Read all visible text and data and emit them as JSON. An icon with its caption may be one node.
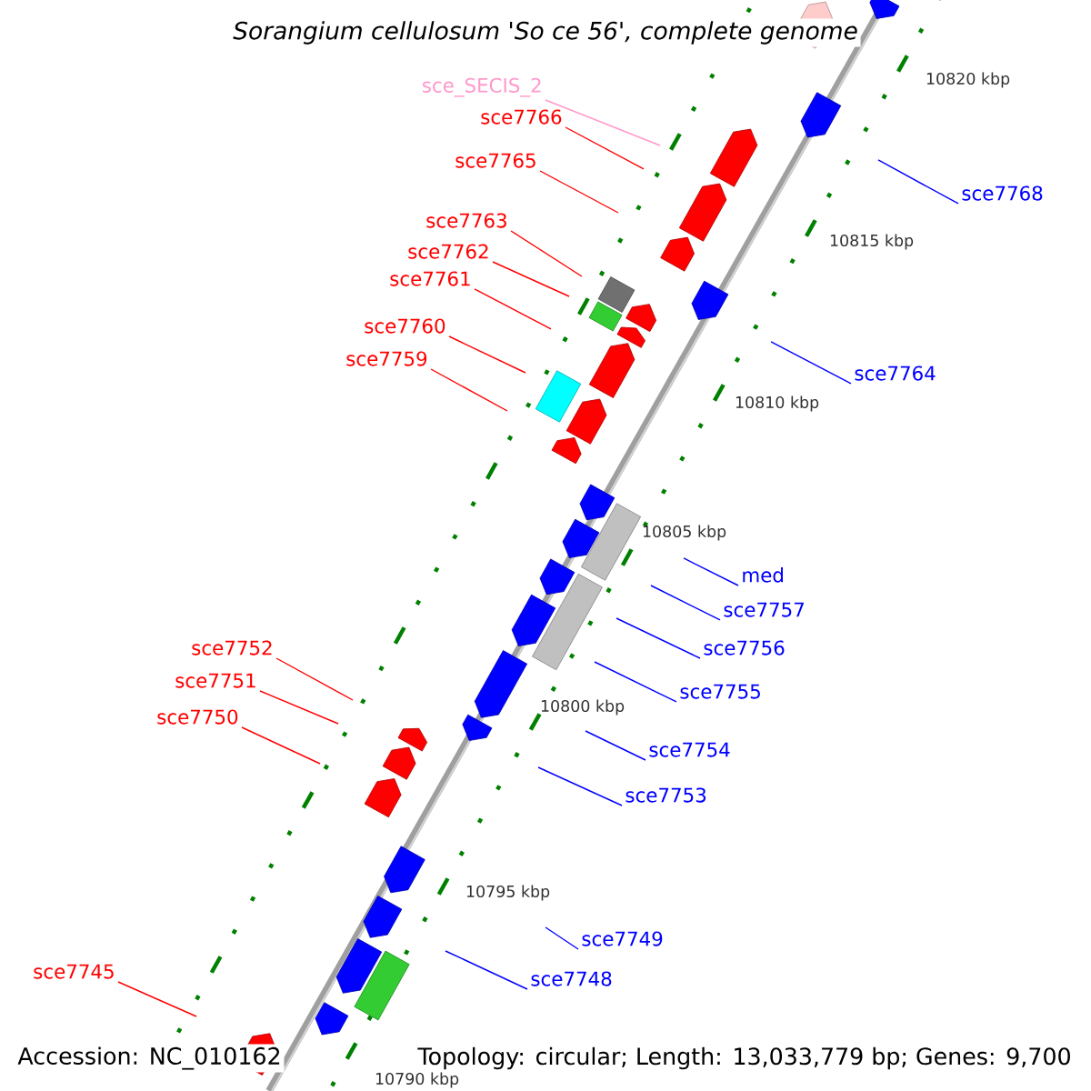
{
  "diagram": {
    "title": "Sorangium cellulosum 'So ce 56', complete genome",
    "nodes": [
      {
        "text": [
          "sce_SECIS_2"
        ]
      },
      {
        "text": [
          "sce7766"
        ]
      },
      {
        "text": [
          "sce7765"
        ]
      },
      {
        "text": [
          "sce7768"
        ]
      },
      {
        "text": [
          "sce7763"
        ]
      },
      {
        "text": [
          "sce7762"
        ]
      },
      {
        "text": [
          "sce7761"
        ]
      },
      {
        "text": [
          "sce7760"
        ]
      },
      {
        "text": [
          "sce7759"
        ]
      },
      {
        "text": [
          "sce7764"
        ]
      },
      {
        "text": [
          "med"
        ]
      },
      {
        "text": [
          "sce7757"
        ]
      },
      {
        "text": [
          "sce7756"
        ]
      },
      {
        "text": [
          "sce7755"
        ]
      },
      {
        "text": [
          "sce7752"
        ]
      },
      {
        "text": [
          "sce7751"
        ]
      },
      {
        "text": [
          "sce7750"
        ]
      },
      {
        "text": [
          "sce7754"
        ]
      },
      {
        "text": [
          "sce7753"
        ]
      },
      {
        "text": [
          "sce7749"
        ]
      },
      {
        "text": [
          "sce7748"
        ]
      },
      {
        "text": [
          "sce7745"
        ]
      }
    ],
    "edges": [
      {
        "from": 0,
        "to": null,
        "arrow": "none",
        "color": "#ff99cc"
      },
      {
        "from": 1,
        "to": null,
        "arrow": "none",
        "color": "#ff0000"
      },
      {
        "from": 2,
        "to": null,
        "arrow": "none",
        "color": "#ff0000"
      },
      {
        "from": 3,
        "to": null,
        "arrow": "none",
        "color": "#0000ff"
      },
      {
        "from": 4,
        "to": null,
        "arrow": "none",
        "color": "#ff0000"
      },
      {
        "from": 5,
        "to": null,
        "arrow": "none",
        "color": "#ff0000"
      },
      {
        "from": 6,
        "to": null,
        "arrow": "none",
        "color": "#ff0000"
      },
      {
        "from": 7,
        "to": null,
        "arrow": "none",
        "color": "#ff0000"
      },
      {
        "from": 8,
        "to": null,
        "arrow": "none",
        "color": "#ff0000"
      },
      {
        "from": 9,
        "to": null,
        "arrow": "none",
        "color": "#0000ff"
      },
      {
        "from": 10,
        "to": null,
        "arrow": "none",
        "color": "#0000ff"
      },
      {
        "from": 11,
        "to": null,
        "arrow": "none",
        "color": "#0000ff"
      },
      {
        "from": 12,
        "to": null,
        "arrow": "none",
        "color": "#0000ff"
      },
      {
        "from": 13,
        "to": null,
        "arrow": "none",
        "color": "#0000ff"
      },
      {
        "from": 14,
        "to": null,
        "arrow": "none",
        "color": "#ff0000"
      },
      {
        "from": 15,
        "to": null,
        "arrow": "none",
        "color": "#ff0000"
      },
      {
        "from": 16,
        "to": null,
        "arrow": "none",
        "color": "#ff0000"
      },
      {
        "from": 17,
        "to": null,
        "arrow": "none",
        "color": "#0000ff"
      },
      {
        "from": 18,
        "to": null,
        "arrow": "none",
        "color": "#0000ff"
      },
      {
        "from": 19,
        "to": null,
        "arrow": "none",
        "color": "#0000ff"
      },
      {
        "from": 20,
        "to": null,
        "arrow": "none",
        "color": "#0000ff"
      },
      {
        "from": 21,
        "to": null,
        "arrow": "none",
        "color": "#ff0000"
      }
    ],
    "labels": [
      "10820 kbp",
      "10815 kbp",
      "10810 kbp",
      "10805 kbp",
      "10800 kbp",
      "10795 kbp",
      "10790 kbp",
      "Accession: NC_010162",
      "Topology: circular; Length: 13,033,779 bp; Genes: 9,700"
    ]
  }
}
